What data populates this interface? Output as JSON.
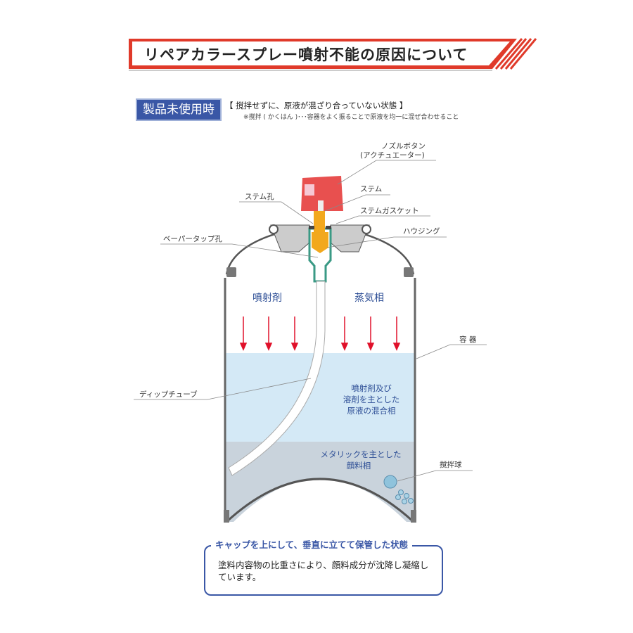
{
  "banner": {
    "title": "リペアカラースプレー噴射不能の原因について"
  },
  "state": {
    "badge": "製品未使用時",
    "heading": "【 撹拌せずに、原液が混ざり合っていない状態 】",
    "note": "※撹拌 ( かくはん )･･･容器をよく振ることで原液を均一に混ぜ合わせること"
  },
  "diagram": {
    "labels": {
      "nozzle_button": "ノズルボタン",
      "actuator": "(アクチュエーター)",
      "stem": "ステム",
      "stem_hole": "ステム孔",
      "stem_gasket": "ステムガスケット",
      "housing": "ハウジング",
      "vapor_tap_hole": "ベーパータップ孔",
      "container": "容 器",
      "dip_tube": "ディップチューブ",
      "agitator_ball": "撹拌球"
    },
    "zones": {
      "propellant": "噴射剤",
      "vapor_phase": "蒸気相",
      "mix_phase": [
        "噴射剤及び",
        "溶剤を主とした",
        "原液の混合相"
      ],
      "pigment_phase": [
        "メタリックを主とした",
        "顔料相"
      ]
    },
    "colors": {
      "red": "#e8504f",
      "liquid": "#d4e9f6",
      "pigment": "#c9d3dc",
      "orange": "#f2a81d",
      "teal": "#3a9a85",
      "arrow": "#e0102a"
    }
  },
  "info": {
    "title": "キャップを上にして、垂直に立てて保管した状態",
    "body": "塗料内容物の比重さにより、顔料成分が沈降し凝縮しています。"
  }
}
